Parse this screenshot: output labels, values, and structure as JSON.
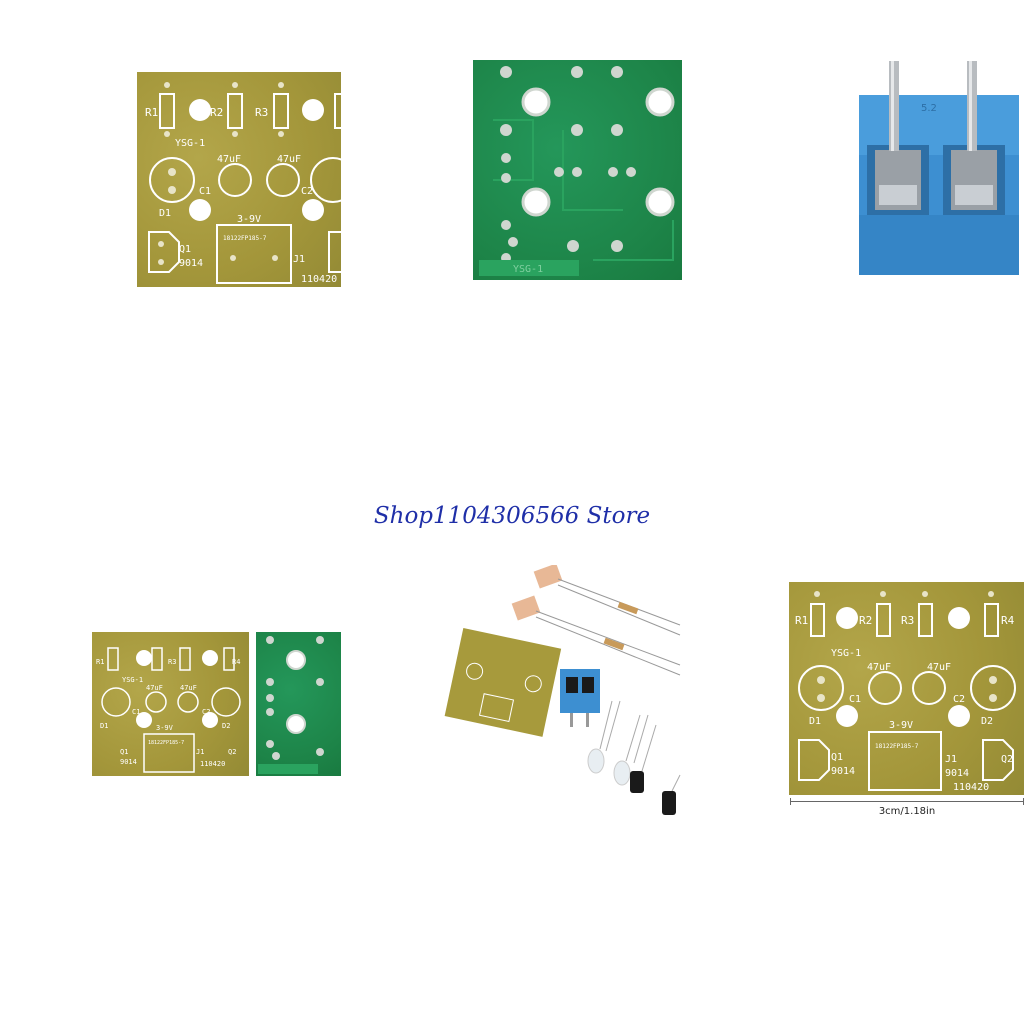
{
  "store": {
    "name": "Shop1104306566 Store"
  },
  "pcb_labels": {
    "r1": "R1",
    "r2": "R2",
    "r3": "R3",
    "r4": "R4",
    "model": "YSG-1",
    "cap_value_1": "47uF",
    "cap_value_2": "47uF",
    "c1": "C1",
    "c2": "C2",
    "d1": "D1",
    "d2": "D2",
    "voltage": "3-9V",
    "q1": "Q1",
    "q2": "Q2",
    "transistor": "9014",
    "j1": "J1",
    "chip_text": "18122FP185-7",
    "serial": "110420"
  },
  "pcb_back_label": "YSG-1",
  "terminal_label": "5.2",
  "dimension": {
    "text": "3cm/1.18in"
  }
}
